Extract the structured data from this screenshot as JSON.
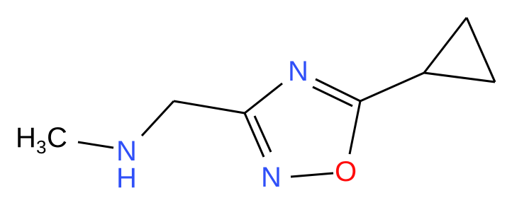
{
  "molecule": {
    "atoms": {
      "methyl_H": "H",
      "methyl_sub": "3",
      "methyl_C": "C",
      "amine_N": "N",
      "amine_H": "H",
      "ring_N4": "N",
      "ring_N2": "N",
      "ring_O1": "O"
    },
    "colors": {
      "carbon": "#000000",
      "nitrogen": "#3050F8",
      "oxygen": "#FF0D0D"
    }
  }
}
